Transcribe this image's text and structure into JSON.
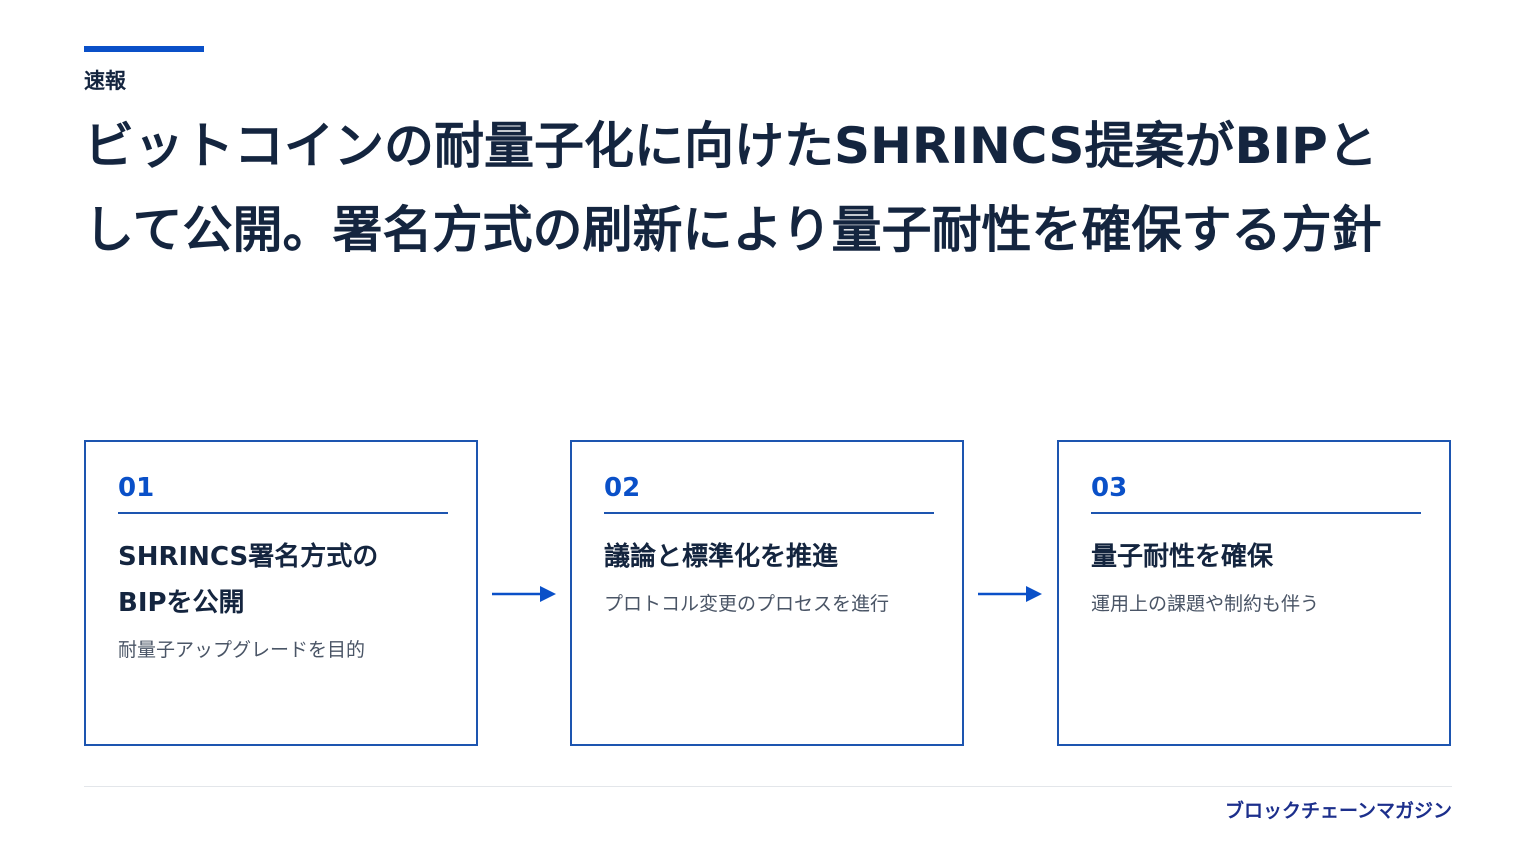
{
  "category": "速報",
  "headline": "ビットコインの耐量子化に向けたSHRINCS提案がBIPとして公開。署名方式の刷新により量子耐性を確保する方針",
  "steps": [
    {
      "number": "01",
      "title": "SHRINCS署名方式のBIPを公開",
      "description": "耐量子アップグレードを目的"
    },
    {
      "number": "02",
      "title": "議論と標準化を推進",
      "description": "プロトコル変更のプロセスを進行"
    },
    {
      "number": "03",
      "title": "量子耐性を確保",
      "description": "運用上の課題や制約も伴う"
    }
  ],
  "brand": "ブロックチェーンマガジン",
  "colors": {
    "accent": "#0a50c8",
    "text": "#14253f",
    "brand": "#1c2f8c"
  },
  "icons": {
    "arrow": "arrow-right-icon"
  }
}
